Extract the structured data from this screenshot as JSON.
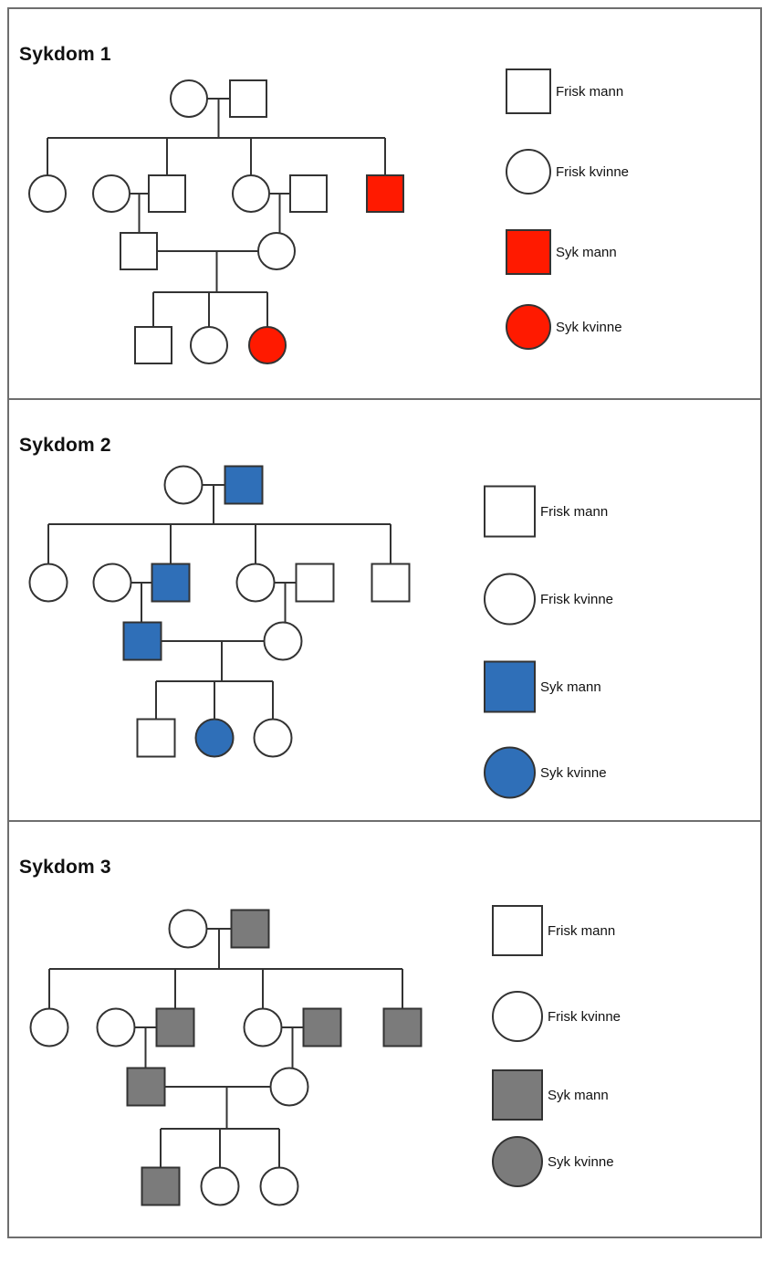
{
  "panels": [
    {
      "title": "Sykdom 1",
      "affected_color": "#ff1a00",
      "legend": [
        "Frisk mann",
        "Frisk kvinne",
        "Syk mann",
        "Syk kvinne"
      ],
      "affected": {
        "gen1_father": false,
        "gen2_son_b": false,
        "gen2_son_c_partner": false,
        "gen2_son_d": true,
        "gen3_son": false,
        "gen4_child1": false,
        "gen4_child2": false,
        "gen4_child3": true
      },
      "gen4_sexes": [
        "m",
        "f",
        "f"
      ]
    },
    {
      "title": "Sykdom 2",
      "affected_color": "#2f6fb8",
      "legend": [
        "Frisk mann",
        "Frisk kvinne",
        "Syk mann",
        "Syk kvinne"
      ],
      "affected": {
        "gen1_father": true,
        "gen2_son_b": true,
        "gen2_son_c_partner": false,
        "gen2_son_d": false,
        "gen3_son": true,
        "gen4_child1": false,
        "gen4_child2": true,
        "gen4_child3": false
      },
      "gen4_sexes": [
        "m",
        "f",
        "f"
      ]
    },
    {
      "title": "Sykdom 3",
      "affected_color": "#7b7b7b",
      "legend": [
        "Frisk mann",
        "Frisk kvinne",
        "Syk mann",
        "Syk kvinne"
      ],
      "affected": {
        "gen1_father": true,
        "gen2_son_b": true,
        "gen2_son_c_partner": true,
        "gen2_son_d": true,
        "gen3_son": true,
        "gen4_child1": true,
        "gen4_child2": false,
        "gen4_child3": false
      },
      "gen4_sexes": [
        "m",
        "f",
        "f"
      ]
    }
  ]
}
